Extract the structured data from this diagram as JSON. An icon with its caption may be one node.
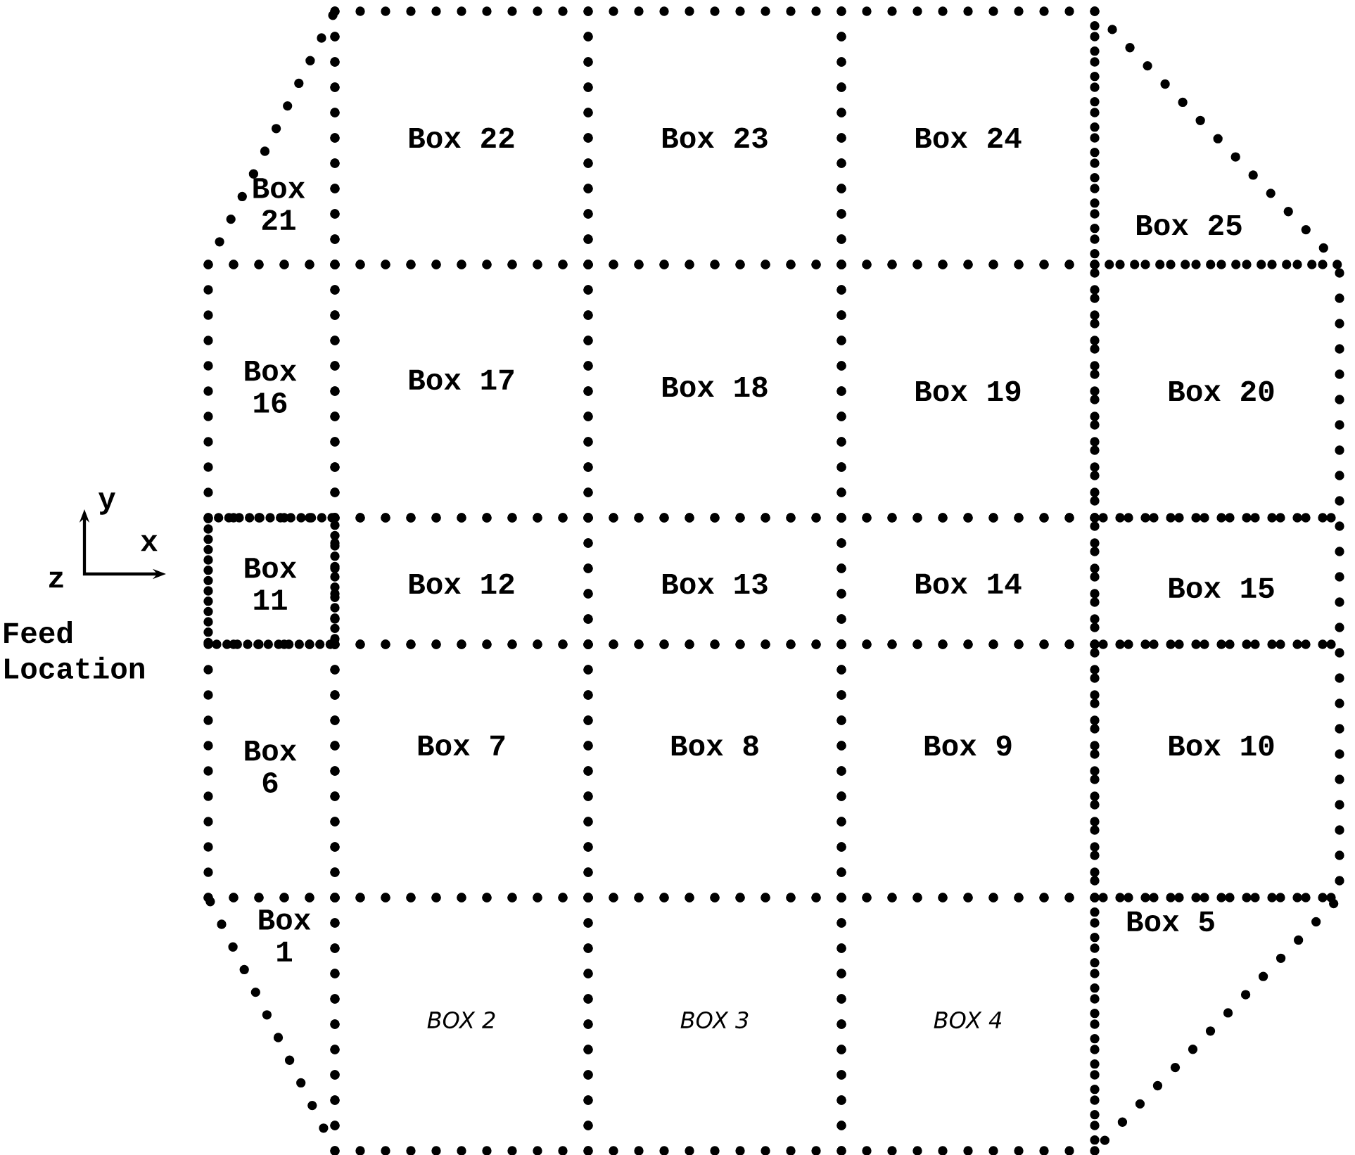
{
  "diagram": {
    "nodes": [
      {
        "text": [
          "Box 21"
        ]
      },
      {
        "text": [
          "Box 22"
        ]
      },
      {
        "text": [
          "Box 23"
        ]
      },
      {
        "text": [
          "Box 24"
        ]
      },
      {
        "text": [
          "Box 25"
        ]
      },
      {
        "text": [
          "Box 16"
        ]
      },
      {
        "text": [
          "Box 17"
        ]
      },
      {
        "text": [
          "Box 18"
        ]
      },
      {
        "text": [
          "Box 19"
        ]
      },
      {
        "text": [
          "Box 20"
        ]
      },
      {
        "text": [
          "Box 11"
        ]
      },
      {
        "text": [
          "Box 12"
        ]
      },
      {
        "text": [
          "Box 13"
        ]
      },
      {
        "text": [
          "Box 14"
        ]
      },
      {
        "text": [
          "Box 15"
        ]
      },
      {
        "text": [
          "Box 6"
        ]
      },
      {
        "text": [
          "Box 7"
        ]
      },
      {
        "text": [
          "Box 8"
        ]
      },
      {
        "text": [
          "Box 9"
        ]
      },
      {
        "text": [
          "Box 10"
        ]
      },
      {
        "text": [
          "Box 1"
        ]
      },
      {
        "text": [
          "BOX 2"
        ]
      },
      {
        "text": [
          "BOX 3"
        ]
      },
      {
        "text": [
          "BOX 4"
        ]
      },
      {
        "text": [
          "Box 5"
        ]
      }
    ],
    "labels": [
      "y",
      "x",
      "z",
      "Feed Location"
    ]
  }
}
